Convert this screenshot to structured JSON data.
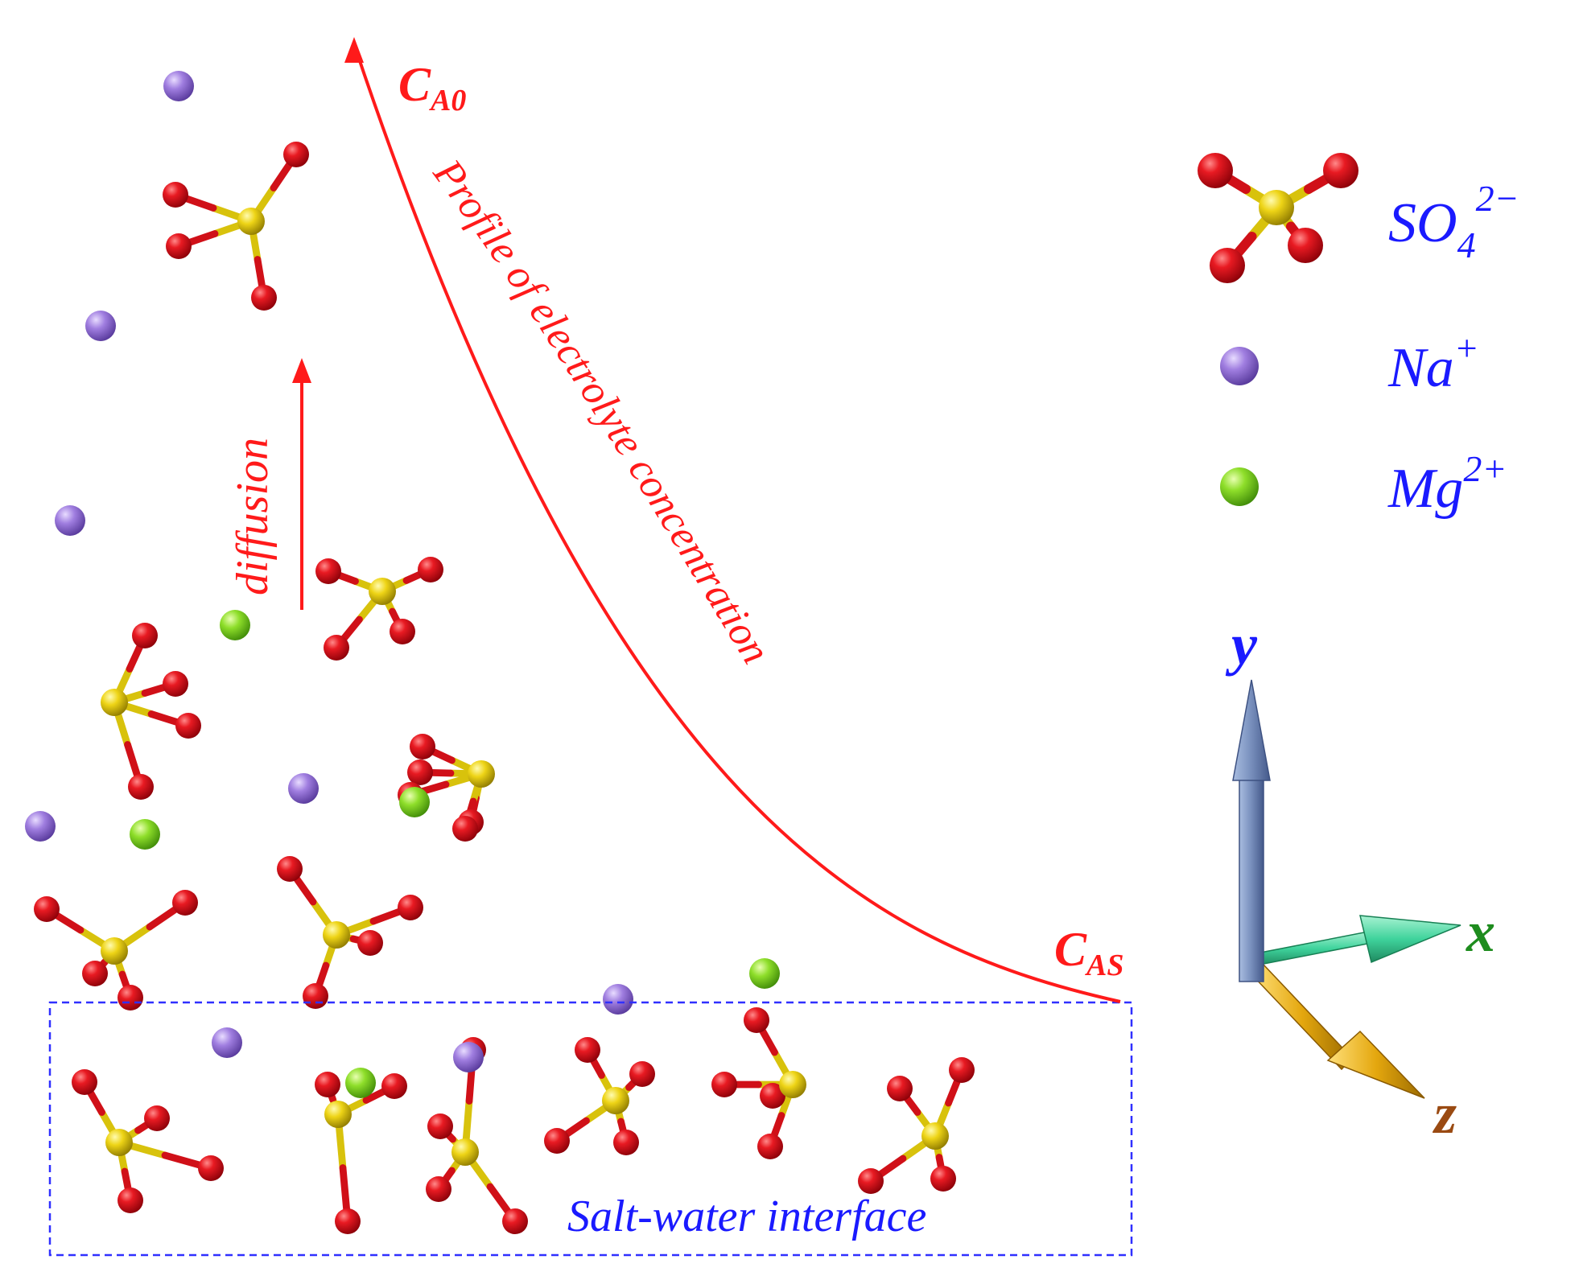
{
  "colors": {
    "red_text": "#ff1a1a",
    "blue_text": "#1a1aff",
    "oxygen": "#e0141c",
    "sulfur": "#e8d20e",
    "sodium": "#a27fde",
    "magnesium": "#8adc2a",
    "axis_y": "#7f96c0",
    "axis_x": "#3fd39c",
    "axis_z": "#e4a70e",
    "axis_label_y": "#1a1aff",
    "axis_label_x": "#1e8c1e",
    "axis_label_z": "#9a4a12",
    "interface_border": "#3030ff"
  },
  "labels": {
    "c_a0": {
      "base": "C",
      "sub": "A0"
    },
    "c_as": {
      "base": "C",
      "sub": "AS"
    },
    "profile": "Profile of electrolyte concentration",
    "diffusion": "diffusion",
    "interface": "Salt-water interface"
  },
  "legend": {
    "sulfate": {
      "base": "SO",
      "sub": "4",
      "sup": "2−"
    },
    "sodium": {
      "base": "Na",
      "sup": "+"
    },
    "magnesium": {
      "base": "Mg",
      "sup": "2+"
    }
  },
  "axes": {
    "y": "y",
    "x": "x",
    "z": "z"
  },
  "icons": {
    "sulfate": "sulfate-molecule-icon",
    "sodium": "sodium-ion-icon",
    "magnesium": "magnesium-ion-icon"
  }
}
